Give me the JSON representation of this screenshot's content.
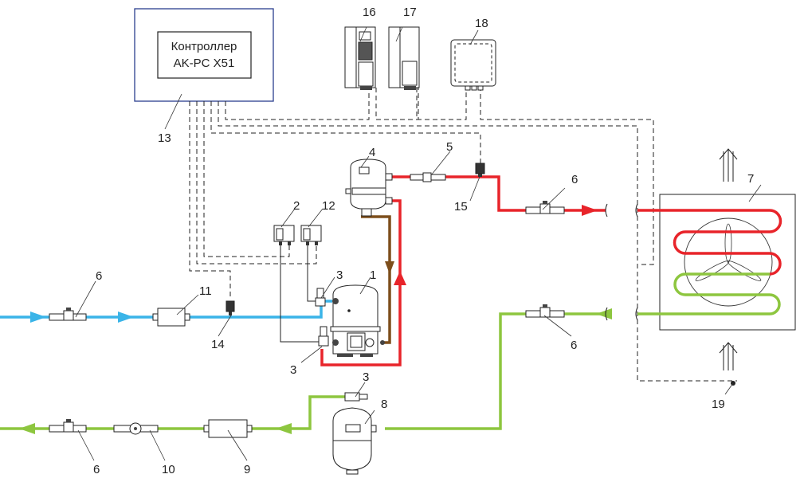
{
  "diagram": {
    "title": "Refrigeration condensing unit schematic",
    "controller": {
      "line1": "Контроллер",
      "line2": "AK-PC X51",
      "ref": "13"
    },
    "components": [
      {
        "ref": "1",
        "name": "compressor"
      },
      {
        "ref": "2",
        "name": "pressure-switch"
      },
      {
        "ref": "3",
        "name": "service-valve"
      },
      {
        "ref": "4",
        "name": "oil-separator"
      },
      {
        "ref": "5",
        "name": "check-valve"
      },
      {
        "ref": "6",
        "name": "ball-valve"
      },
      {
        "ref": "7",
        "name": "condenser-with-fan"
      },
      {
        "ref": "8",
        "name": "liquid-receiver"
      },
      {
        "ref": "9",
        "name": "filter-drier"
      },
      {
        "ref": "10",
        "name": "sight-glass"
      },
      {
        "ref": "11",
        "name": "suction-filter"
      },
      {
        "ref": "12",
        "name": "pressure-switch-2"
      },
      {
        "ref": "13",
        "name": "controller"
      },
      {
        "ref": "14",
        "name": "suction-pressure-transmitter"
      },
      {
        "ref": "15",
        "name": "discharge-pressure-transmitter"
      },
      {
        "ref": "16",
        "name": "frequency-converter-1"
      },
      {
        "ref": "17",
        "name": "frequency-converter-2"
      },
      {
        "ref": "18",
        "name": "junction-box"
      },
      {
        "ref": "19",
        "name": "ambient-temperature-sensor"
      }
    ],
    "labels": {
      "l1": "1",
      "l2": "2",
      "l3a": "3",
      "l3b": "3",
      "l3c": "3",
      "l4": "4",
      "l5": "5",
      "l6a": "6",
      "l6b": "6",
      "l6c": "6",
      "l6d": "6",
      "l7": "7",
      "l8": "8",
      "l9": "9",
      "l10": "10",
      "l11": "11",
      "l12": "12",
      "l13": "13",
      "l14": "14",
      "l15": "15",
      "l16": "16",
      "l17": "17",
      "l18": "18",
      "l19": "19"
    },
    "line_colors": {
      "suction": "#3ab4e8",
      "discharge": "#e8242a",
      "liquid": "#8dc63f",
      "oil_return": "#7d4e1b",
      "controller_frame": "#2b3f8f"
    }
  }
}
